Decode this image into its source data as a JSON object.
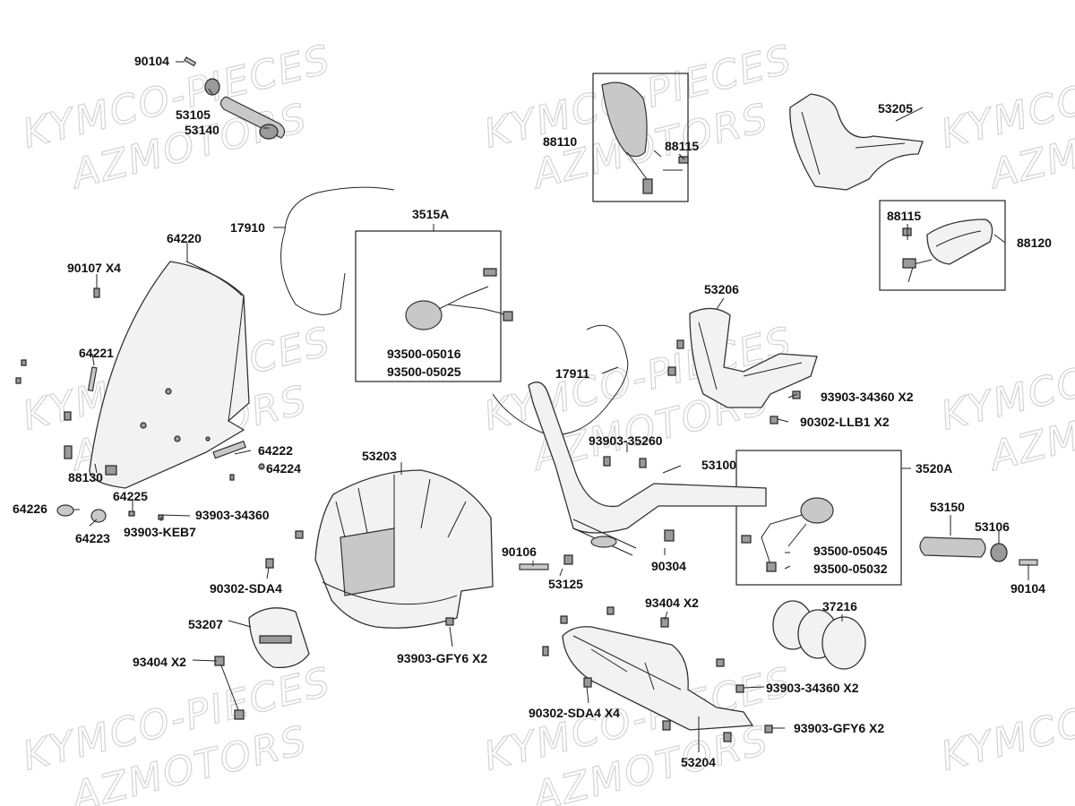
{
  "watermark": {
    "line1": "KYMCO-PIECES",
    "line2": "AZMOTORS"
  },
  "labels": [
    {
      "id": "l90104a",
      "text": "90104"
    },
    {
      "id": "l53105",
      "text": "53105"
    },
    {
      "id": "l53140",
      "text": "53140"
    },
    {
      "id": "l64220",
      "text": "64220"
    },
    {
      "id": "l90107",
      "text": "90107 X4"
    },
    {
      "id": "l17910",
      "text": "17910"
    },
    {
      "id": "l3515A",
      "text": "3515A"
    },
    {
      "id": "l9350005016",
      "text": "93500-05016"
    },
    {
      "id": "l9350005025",
      "text": "93500-05025"
    },
    {
      "id": "l88110",
      "text": "88110"
    },
    {
      "id": "l88115a",
      "text": "88115"
    },
    {
      "id": "l53205",
      "text": "53205"
    },
    {
      "id": "l88115b",
      "text": "88115"
    },
    {
      "id": "l88120",
      "text": "88120"
    },
    {
      "id": "l53206",
      "text": "53206"
    },
    {
      "id": "l64221",
      "text": "64221"
    },
    {
      "id": "l17911",
      "text": "17911"
    },
    {
      "id": "l9390334360a",
      "text": "93903-34360 X2"
    },
    {
      "id": "l90302LLB1",
      "text": "90302-LLB1 X2"
    },
    {
      "id": "l9390335260",
      "text": "93903-35260"
    },
    {
      "id": "l64222",
      "text": "64222"
    },
    {
      "id": "l64224",
      "text": "64224"
    },
    {
      "id": "l88130",
      "text": "88130"
    },
    {
      "id": "l53203",
      "text": "53203"
    },
    {
      "id": "l53100",
      "text": "53100"
    },
    {
      "id": "l3520A",
      "text": "3520A"
    },
    {
      "id": "l64225",
      "text": "64225"
    },
    {
      "id": "l64226",
      "text": "64226"
    },
    {
      "id": "l9390334360b",
      "text": "93903-34360"
    },
    {
      "id": "l64223",
      "text": "64223"
    },
    {
      "id": "l93903KEB7",
      "text": "93903-KEB7"
    },
    {
      "id": "l53150",
      "text": "53150"
    },
    {
      "id": "l53106",
      "text": "53106"
    },
    {
      "id": "l9350005045",
      "text": "93500-05045"
    },
    {
      "id": "l9350005032",
      "text": "93500-05032"
    },
    {
      "id": "l90106",
      "text": "90106"
    },
    {
      "id": "l90304",
      "text": "90304"
    },
    {
      "id": "l90104b",
      "text": "90104"
    },
    {
      "id": "l53125",
      "text": "53125"
    },
    {
      "id": "l90302SDA4",
      "text": "90302-SDA4"
    },
    {
      "id": "l93404a",
      "text": "93404 X2"
    },
    {
      "id": "l37216",
      "text": "37216"
    },
    {
      "id": "l53207",
      "text": "53207"
    },
    {
      "id": "l93404b",
      "text": "93404 X2"
    },
    {
      "id": "l93903GFY6a",
      "text": "93903-GFY6 X2"
    },
    {
      "id": "l9390334360c",
      "text": "93903-34360 X2"
    },
    {
      "id": "l90302SDA4x4",
      "text": "90302-SDA4 X4"
    },
    {
      "id": "l93903GFY6b",
      "text": "93903-GFY6 X2"
    },
    {
      "id": "l53204",
      "text": "53204"
    }
  ],
  "colors": {
    "ink": "#111111",
    "watermark": "#d4d4d4",
    "part_fill": "#f2f2f2",
    "part_dark": "#9a9a9a"
  }
}
